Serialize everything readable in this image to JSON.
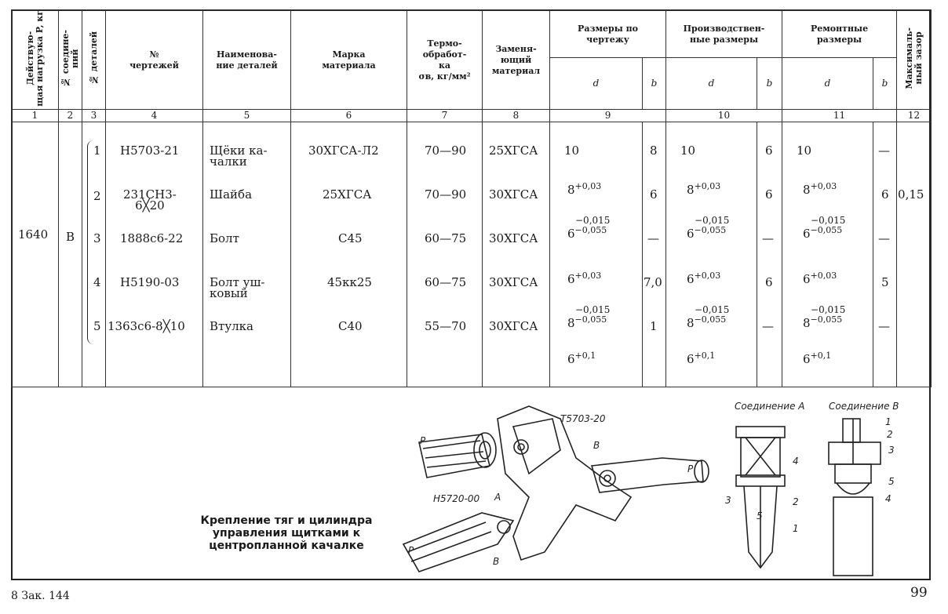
{
  "headers": {
    "c1": "Действую-\nщая нагрузка P, кг",
    "c2": "№ соедине-\nний",
    "c3": "№ деталей",
    "c4": "№\nчертежей",
    "c5": "Наименова-\nние деталей",
    "c6": "Марка\nматериала",
    "c7": "Термо-\nобработ-\nка\nσв, кг/мм²",
    "c8": "Заменя-\nющий\nматериал",
    "c9": "Размеры по\nчертежу",
    "c10": "Производствен-\nные размеры",
    "c11": "Ремонтные\nразмеры",
    "c12": "Максималь-\nный зазор",
    "d": "d",
    "b": "b"
  },
  "col_numbers": [
    "1",
    "2",
    "3",
    "4",
    "5",
    "6",
    "7",
    "8",
    "9",
    "10",
    "11",
    "12"
  ],
  "row": {
    "load": "1640",
    "joint": "В",
    "max_gap": "0,15"
  },
  "parts": [
    {
      "no": "1",
      "drawing": "Н5703-21",
      "name": "Щёки ка-\nчалки",
      "material": "30ХГСА-Л2",
      "heat": "70—90",
      "replace": "25ХГСА",
      "b9": "8",
      "b10": "6",
      "b11": "—"
    },
    {
      "no": "2",
      "drawing": "231СН3-\n6╳20",
      "name": "Шайба",
      "material": "25ХГСА",
      "heat": "70—90",
      "replace": "30ХГСА",
      "b9": "6",
      "b10": "6",
      "b11": "6"
    },
    {
      "no": "3",
      "drawing": "1888с6-22",
      "name": "Болт",
      "material": "С45",
      "heat": "60—75",
      "replace": "30ХГСА",
      "b9": "—",
      "b10": "—",
      "b11": "—"
    },
    {
      "no": "4",
      "drawing": "Н5190-03",
      "name": "Болт уш-\nковый",
      "material": "45кк25",
      "heat": "60—75",
      "replace": "30ХГСА",
      "b9": "7,0",
      "b10": "6",
      "b11": "5"
    },
    {
      "no": "5",
      "drawing": "1363с6-8╳10",
      "name": "Втулка",
      "material": "С40",
      "heat": "55—70",
      "replace": "30ХГСА",
      "b9": "1",
      "b10": "—",
      "b11": "—"
    }
  ],
  "dims": {
    "d1_9": "10",
    "d1_10": "10",
    "d1_11": "10",
    "d2_base": "8",
    "d2_sup": "+0,03",
    "d3_base": "6",
    "d3_top": "−0,015",
    "d3_bot": "−0,055",
    "d4_base": "6",
    "d4_sup": "+0,03",
    "d5_base": "8",
    "d5_top": "−0,015",
    "d5_bot": "−0,055",
    "d6_base": "6",
    "d6_sup": "+0,1"
  },
  "drawing": {
    "caption": "Крепление тяг и цилиндра управления щитками к центропланной качалке",
    "labels": {
      "part_top": "Т5703-20",
      "part_left": "Н5720-00",
      "p1": "P",
      "p2": "P",
      "p3": "P",
      "a": "А",
      "b1": "В",
      "b2": "В",
      "joint_a": "Соединение А",
      "joint_b": "Соединение В",
      "n1": "1",
      "n2": "2",
      "n3": "3",
      "n4": "4",
      "n5": "5"
    }
  },
  "footer": {
    "left": "8  Зак. 144",
    "page": "99"
  }
}
